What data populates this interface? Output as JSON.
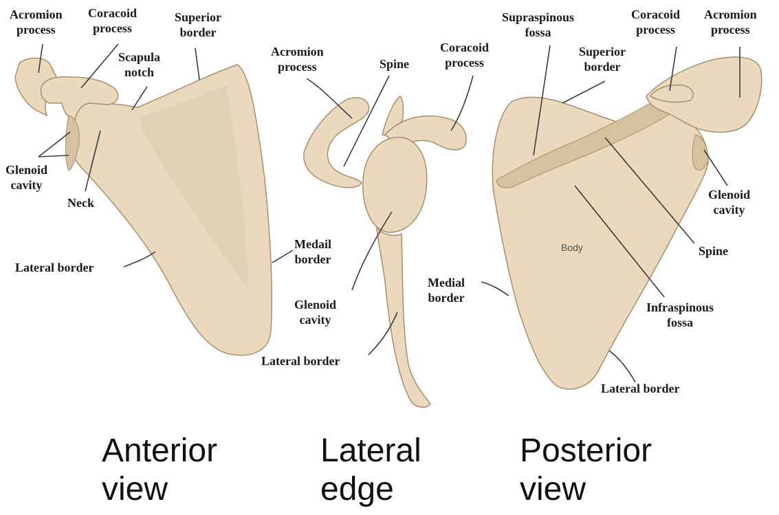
{
  "colors": {
    "bone_fill": "#ead9bd",
    "bone_shade": "#d7c2a0",
    "bone_outline": "#a58e6c",
    "leader": "#3a3a3a",
    "text": "#1a1a1a"
  },
  "anterior": {
    "caption": [
      "Anterior",
      "view"
    ],
    "labels": {
      "acromion_process": [
        "Acromion",
        "process"
      ],
      "coracoid_process": [
        "Coracoid",
        "process"
      ],
      "superior_border": [
        "Superior",
        "border"
      ],
      "scapula_notch": [
        "Scapula",
        "notch"
      ],
      "glenoid_cavity": [
        "Glenoid",
        "cavity"
      ],
      "neck": [
        "Neck"
      ],
      "lateral_border": [
        "Lateral border"
      ],
      "medial_border": [
        "Medail",
        "border"
      ]
    }
  },
  "lateral": {
    "caption": [
      "Lateral",
      "edge"
    ],
    "labels": {
      "acromion_process": [
        "Acromion",
        "process"
      ],
      "spine": [
        "Spine"
      ],
      "coracoid_process": [
        "Coracoid",
        "process"
      ],
      "glenoid_cavity": [
        "Glenoid",
        "cavity"
      ],
      "lateral_border": [
        "Lateral border"
      ]
    }
  },
  "posterior": {
    "caption": [
      "Posterior",
      "view"
    ],
    "body_text": "Body",
    "labels": {
      "supraspinous_fossa": [
        "Supraspinous",
        "fossa"
      ],
      "superior_border": [
        "Superior",
        "border"
      ],
      "coracoid_process": [
        "Coracoid",
        "process"
      ],
      "acromion_process": [
        "Acromion",
        "process"
      ],
      "glenoid_cavity": [
        "Glenoid",
        "cavity"
      ],
      "spine": [
        "Spine"
      ],
      "medial_border": [
        "Medial",
        "border"
      ],
      "infraspinous_fossa": [
        "Infraspinous",
        "fossa"
      ],
      "lateral_border": [
        "Lateral border"
      ]
    }
  }
}
